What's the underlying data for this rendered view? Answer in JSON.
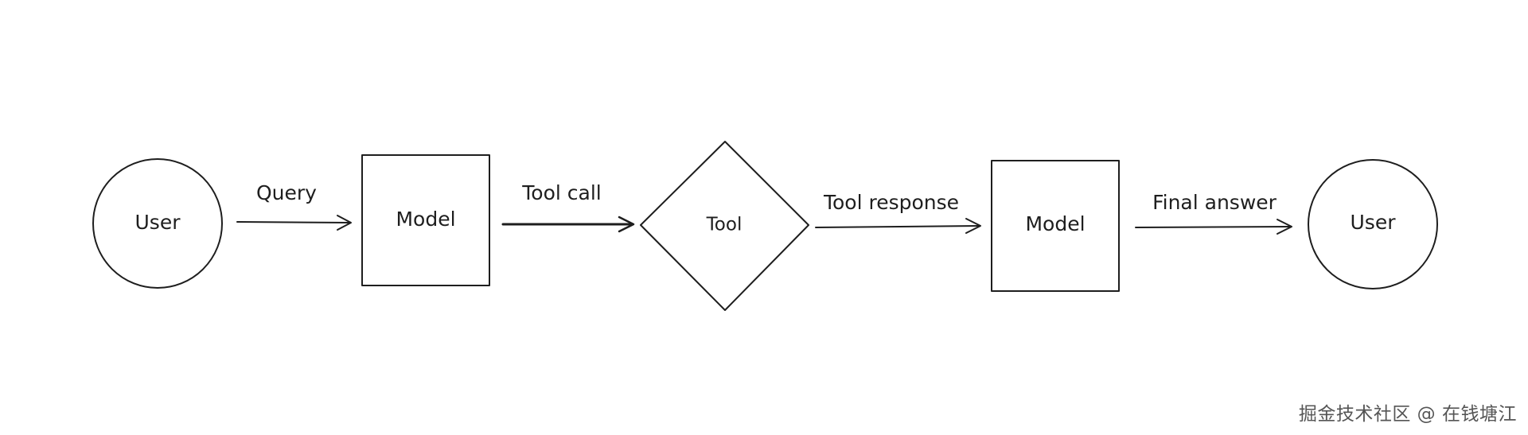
{
  "nodes": {
    "user_start": {
      "label": "User",
      "shape": "circle"
    },
    "model_first": {
      "label": "Model",
      "shape": "rectangle"
    },
    "tool": {
      "label": "Tool",
      "shape": "diamond"
    },
    "model_second": {
      "label": "Model",
      "shape": "rectangle"
    },
    "user_end": {
      "label": "User",
      "shape": "circle"
    }
  },
  "edges": {
    "query": {
      "label": "Query",
      "from": "User",
      "to": "Model"
    },
    "tool_call": {
      "label": "Tool call",
      "from": "Model",
      "to": "Tool"
    },
    "tool_response": {
      "label": "Tool response",
      "from": "Tool",
      "to": "Model"
    },
    "final_answer": {
      "label": "Final answer",
      "from": "Model",
      "to": "User"
    }
  },
  "watermark": "掘金技术社区 @ 在钱塘江"
}
